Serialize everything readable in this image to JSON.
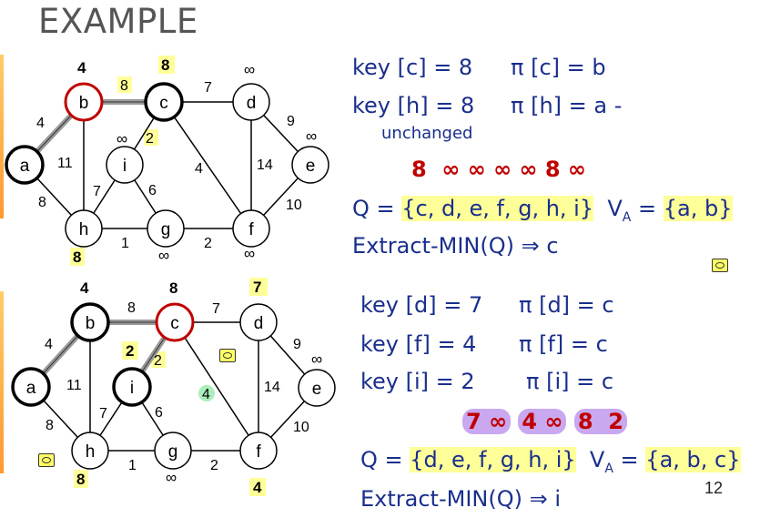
{
  "title": "EXAMPLE",
  "page_number": "12",
  "colors": {
    "text": "#1a2f8c",
    "red": "#c00000",
    "highlight": "#ffff99",
    "purple": "#c9a8f0",
    "mst_edge": "#999999",
    "current_node": "#c00000"
  },
  "graph1": {
    "node_labels": {
      "a": "a",
      "b": "b",
      "c": "c",
      "d": "d",
      "e": "e",
      "f": "f",
      "g": "g",
      "h": "h",
      "i": "i"
    },
    "edge_weights": {
      "ab": "4",
      "bc": "8",
      "cd": "7",
      "de": "9",
      "ah": "8",
      "bh": "11",
      "hi": "7",
      "ic": "2",
      "ig": "6",
      "cf": "4",
      "df": "14",
      "ef": "10",
      "hg": "1",
      "gf": "2"
    },
    "keys": {
      "b": "4",
      "c": "8",
      "d": "∞",
      "e": "∞",
      "i": "∞",
      "h": "8",
      "g": "∞",
      "f": "∞"
    }
  },
  "graph2": {
    "node_labels": {
      "a": "a",
      "b": "b",
      "c": "c",
      "d": "d",
      "e": "e",
      "f": "f",
      "g": "g",
      "h": "h",
      "i": "i"
    },
    "edge_weights": {
      "ab": "4",
      "bc": "8",
      "cd": "7",
      "de": "9",
      "ah": "8",
      "bh": "11",
      "hi": "7",
      "ic": "2",
      "ig": "6",
      "cf": "4",
      "df": "14",
      "ef": "10",
      "hg": "1",
      "gf": "2"
    },
    "keys": {
      "b": "4",
      "c": "8",
      "d": "7",
      "e": "∞",
      "i": "2",
      "h": "8",
      "g": "∞",
      "f": "4"
    }
  },
  "panel1": {
    "line1_key": "key [c] = 8",
    "line1_pi": "π [c] = b",
    "line2_key": "key [h] = 8",
    "line2_pi": "π [h] = a -",
    "line2_note": "unchanged",
    "keys_row": [
      "8",
      "∞",
      "∞",
      "∞",
      "∞",
      "8",
      "∞"
    ],
    "q_prefix": "Q = ",
    "q_set": "{c, d, e, f, g, h, i}",
    "va_label": "V",
    "va_sub": "A",
    "va_eq": " = ",
    "va_set": "{a, b}",
    "extract": "Extract-MIN(Q) ⇒ c"
  },
  "panel2": {
    "line1_key": "key [d] = 7",
    "line1_pi": "π [d] = c",
    "line2_key": "key [f] = 4",
    "line2_pi": "π [f] = c",
    "line3_key": "key [i] = 2",
    "line3_pi": "π [i] = c",
    "keys_row": [
      "7",
      "∞",
      "4",
      "∞",
      "8",
      "2"
    ],
    "q_prefix": "Q = ",
    "q_set": "{d, e, f, g, h, i}",
    "va_label": "V",
    "va_sub": "A",
    "va_eq": " = ",
    "va_set": "{a, b, c}",
    "extract": "Extract-MIN(Q) ⇒ i"
  }
}
